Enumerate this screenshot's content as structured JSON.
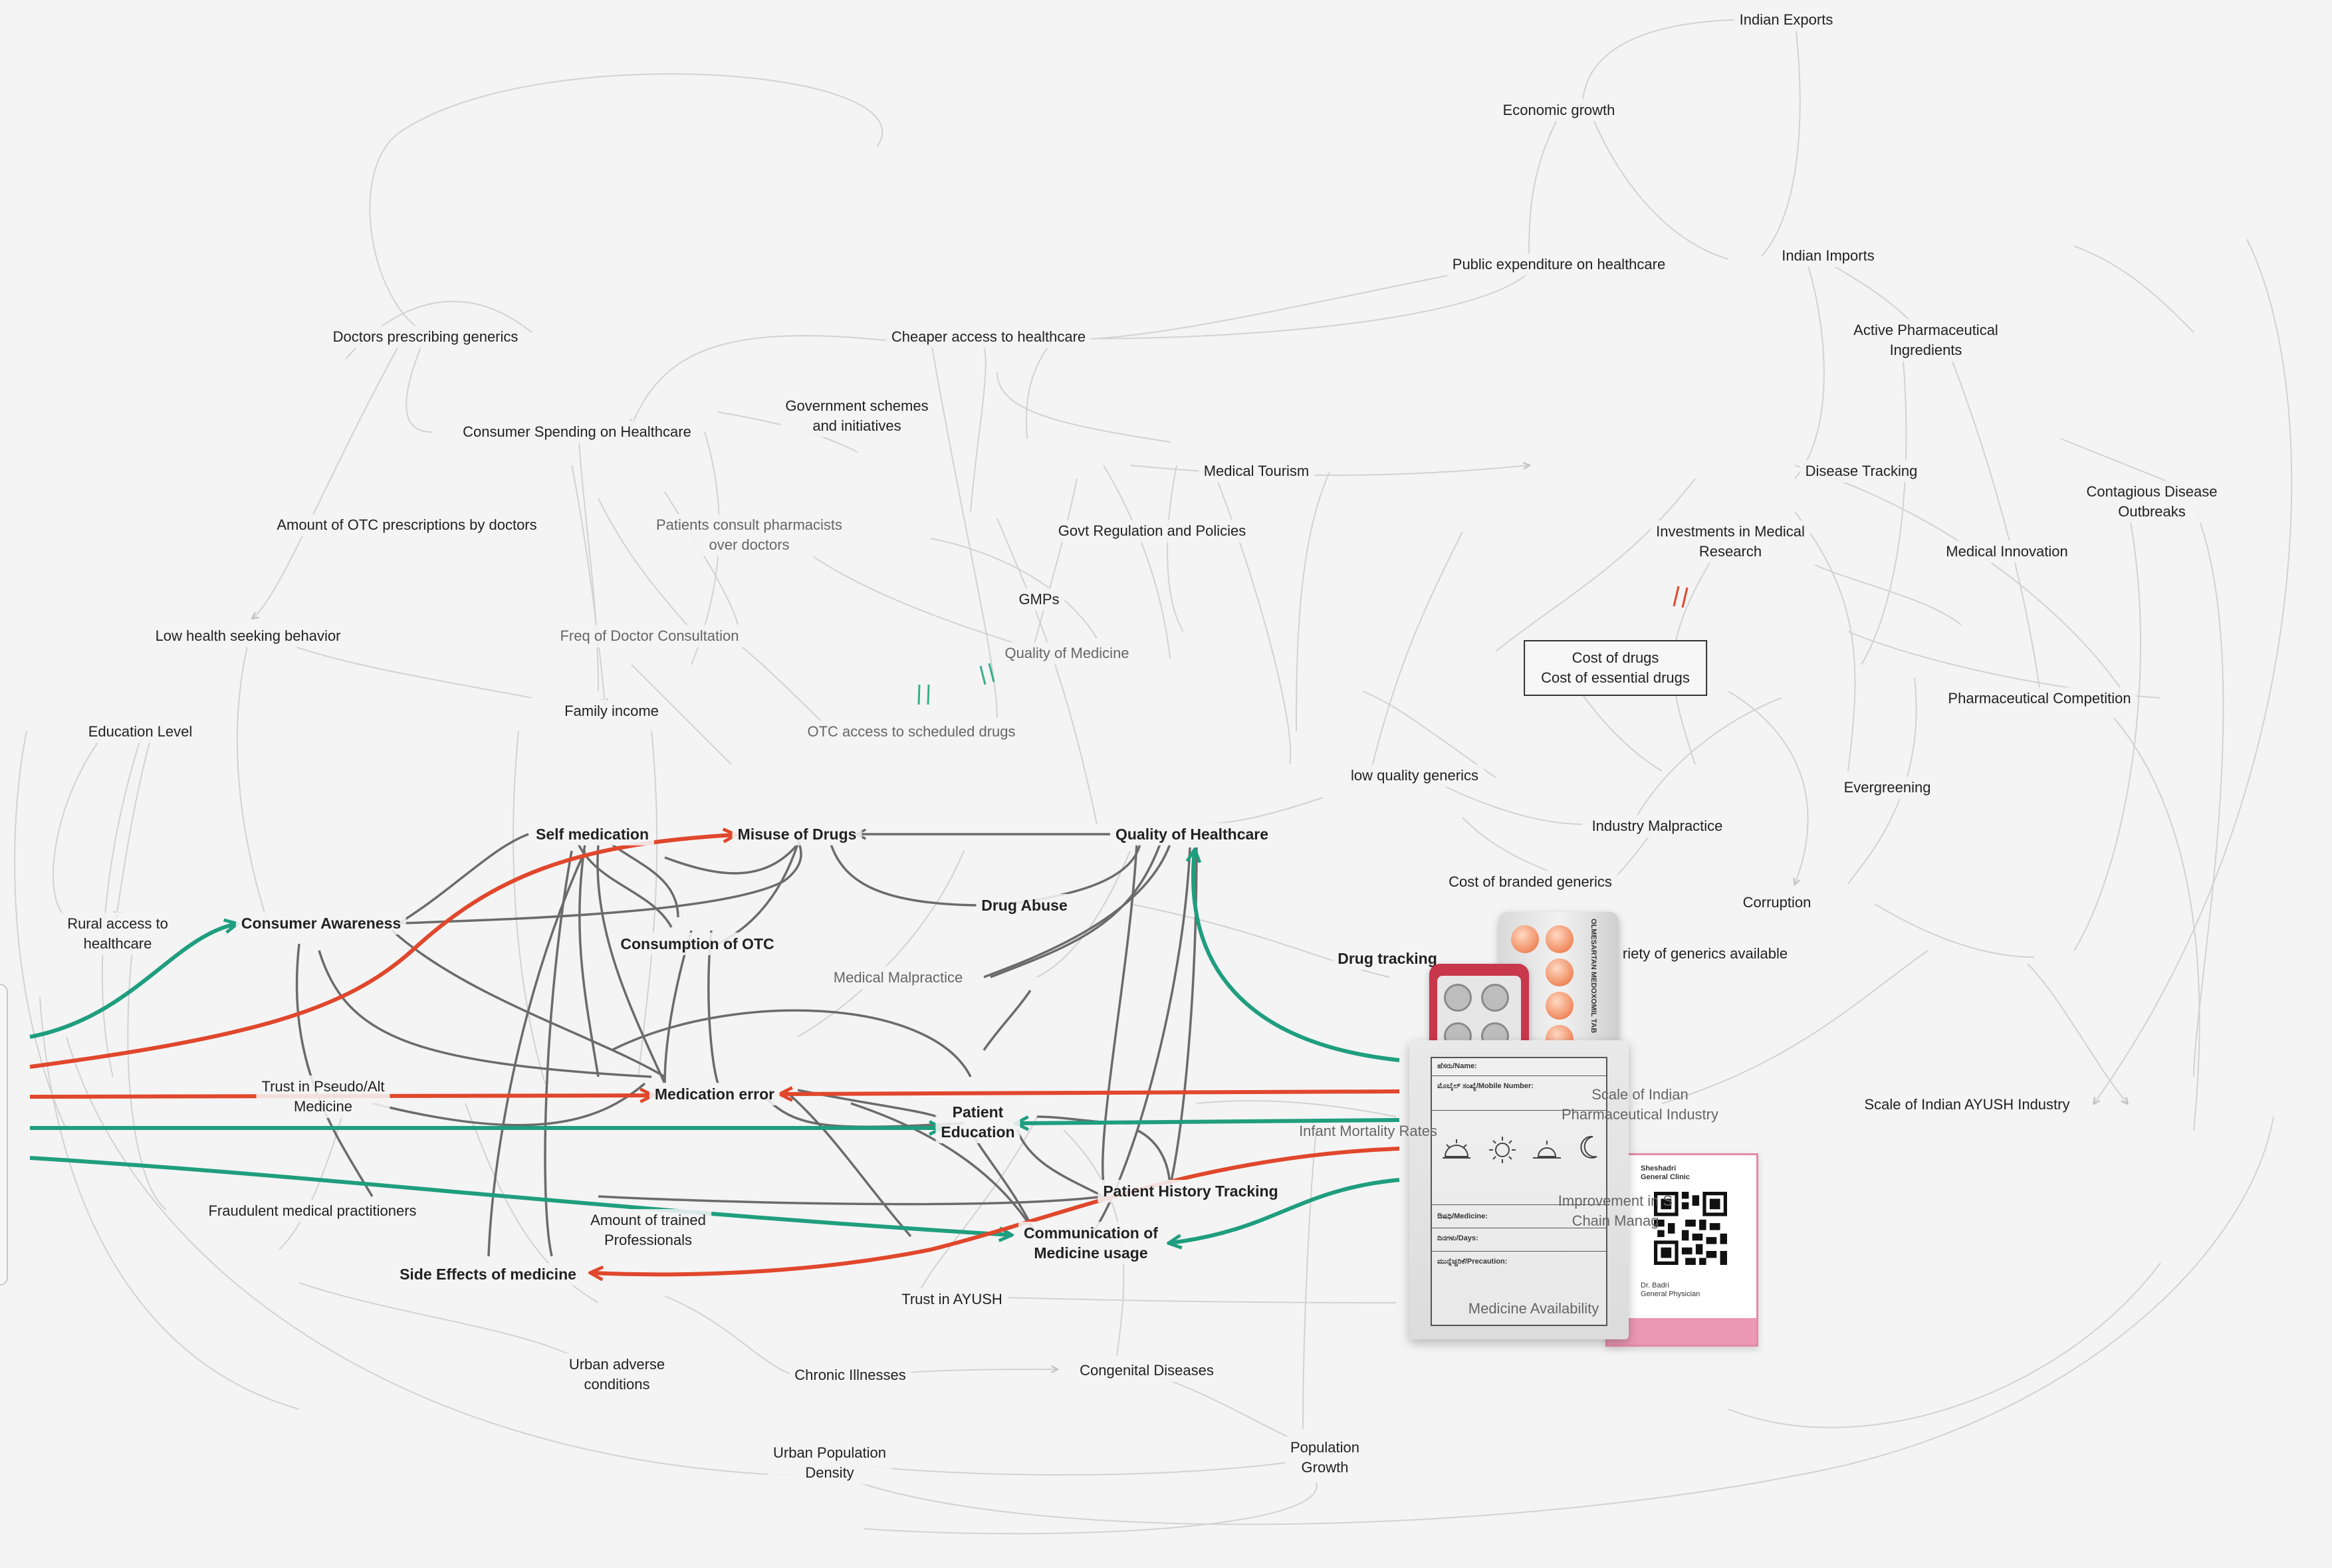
{
  "diagram": {
    "nodes": [
      {
        "id": "indian-exports",
        "label": "Indian Exports"
      },
      {
        "id": "economic-growth",
        "label": "Economic growth"
      },
      {
        "id": "public-expenditure",
        "label": "Public expenditure on healthcare"
      },
      {
        "id": "indian-imports",
        "label": "Indian Imports"
      },
      {
        "id": "api",
        "label": "Active Pharmaceutical",
        "label2": "Ingredients"
      },
      {
        "id": "doctors-prescribing-generics",
        "label": "Doctors prescribing generics"
      },
      {
        "id": "cheaper-access",
        "label": "Cheaper access to healthcare"
      },
      {
        "id": "consumer-spending",
        "label": "Consumer Spending on Healthcare"
      },
      {
        "id": "govt-schemes",
        "label": "Government schemes",
        "label2": "and initiatives"
      },
      {
        "id": "medical-tourism",
        "label": "Medical Tourism"
      },
      {
        "id": "disease-tracking",
        "label": "Disease Tracking"
      },
      {
        "id": "contagious-disease",
        "label": "Contagious Disease",
        "label2": "Outbreaks"
      },
      {
        "id": "otc-prescriptions",
        "label": "Amount of OTC prescriptions by doctors"
      },
      {
        "id": "patients-consult-pharmacists",
        "label": "Patients consult pharmacists",
        "label2": "over doctors"
      },
      {
        "id": "govt-regulation",
        "label": "Govt Regulation and Policies"
      },
      {
        "id": "investments-research",
        "label": "Investments in Medical",
        "label2": "Research"
      },
      {
        "id": "medical-innovation",
        "label": "Medical Innovation"
      },
      {
        "id": "gmps",
        "label": "GMPs"
      },
      {
        "id": "low-health-seeking",
        "label": "Low health seeking behavior"
      },
      {
        "id": "freq-doctor",
        "label": "Freq of Doctor Consultation"
      },
      {
        "id": "quality-medicine",
        "label": "Quality of Medicine"
      },
      {
        "id": "cost-of-drugs",
        "label": "Cost of drugs",
        "label2": "Cost of essential drugs"
      },
      {
        "id": "education-level",
        "label": "Education Level"
      },
      {
        "id": "family-income",
        "label": "Family income"
      },
      {
        "id": "otc-scheduled",
        "label": "OTC access to scheduled drugs"
      },
      {
        "id": "pharma-competition",
        "label": "Pharmaceutical Competition"
      },
      {
        "id": "low-quality-generics",
        "label": "low quality generics"
      },
      {
        "id": "evergreening",
        "label": "Evergreening"
      },
      {
        "id": "self-medication",
        "label": "Self medication"
      },
      {
        "id": "misuse-of-drugs",
        "label": "Misuse of Drugs"
      },
      {
        "id": "quality-healthcare",
        "label": "Quality of Healthcare"
      },
      {
        "id": "industry-malpractice",
        "label": "Industry Malpractice"
      },
      {
        "id": "cost-branded-generics",
        "label": "Cost of branded generics"
      },
      {
        "id": "rural-access",
        "label": "Rural access to",
        "label2": "healthcare"
      },
      {
        "id": "consumer-awareness",
        "label": "Consumer Awareness"
      },
      {
        "id": "drug-abuse",
        "label": "Drug Abuse"
      },
      {
        "id": "corruption",
        "label": "Corruption"
      },
      {
        "id": "consumption-otc",
        "label": "Consumption of OTC"
      },
      {
        "id": "drug-tracking",
        "label": "Drug tracking"
      },
      {
        "id": "variety-generics",
        "label": "riety of generics available"
      },
      {
        "id": "medical-malpractice",
        "label": "Medical Malpractice"
      },
      {
        "id": "trust-pseudo",
        "label": "Trust in Pseudo/Alt",
        "label2": "Medicine"
      },
      {
        "id": "medication-error",
        "label": "Medication error"
      },
      {
        "id": "patient-education",
        "label": "Patient",
        "label2": "Education"
      },
      {
        "id": "scale-indian-pharma",
        "label": "Scale of Indian",
        "label2": "Pharmaceutical Industry"
      },
      {
        "id": "scale-ayush",
        "label": "Scale of Indian AYUSH Industry"
      },
      {
        "id": "infant-mortality",
        "label": "Infant Mortality Rates"
      },
      {
        "id": "patient-history",
        "label": "Patient History Tracking"
      },
      {
        "id": "fraudulent-practitioners",
        "label": "Fraudulent medical practitioners"
      },
      {
        "id": "trained-professionals",
        "label": "Amount of trained",
        "label2": "Professionals"
      },
      {
        "id": "communication-medicine",
        "label": "Communication of",
        "label2": "Medicine usage"
      },
      {
        "id": "improvement-supply",
        "label": "Improvement in S",
        "label2": "Chain Manag"
      },
      {
        "id": "side-effects",
        "label": "Side Effects of medicine"
      },
      {
        "id": "trust-ayush",
        "label": "Trust in AYUSH"
      },
      {
        "id": "medicine-availability",
        "label": "Medicine Availability"
      },
      {
        "id": "urban-adverse",
        "label": "Urban adverse",
        "label2": "conditions"
      },
      {
        "id": "chronic-illnesses",
        "label": "Chronic Illnesses"
      },
      {
        "id": "congenital-diseases",
        "label": "Congenital Diseases"
      },
      {
        "id": "urban-population",
        "label": "Urban Population",
        "label2": "Density"
      },
      {
        "id": "population-growth",
        "label": "Population",
        "label2": "Growth"
      }
    ],
    "highlight_links": [
      {
        "from": "left-edge",
        "to": "consumer-awareness",
        "polarity": "positive"
      },
      {
        "from": "left-edge",
        "to": "misuse-of-drugs",
        "polarity": "negative"
      },
      {
        "from": "left-edge",
        "to": "medication-error",
        "polarity": "negative"
      },
      {
        "from": "left-edge",
        "to": "patient-education",
        "polarity": "positive"
      },
      {
        "from": "left-edge",
        "to": "communication-medicine",
        "polarity": "positive"
      },
      {
        "from": "product-image",
        "to": "quality-healthcare",
        "polarity": "positive"
      },
      {
        "from": "product-image",
        "to": "medication-error",
        "polarity": "negative"
      },
      {
        "from": "product-image",
        "to": "patient-education",
        "polarity": "positive"
      },
      {
        "from": "product-image",
        "to": "side-effects",
        "polarity": "negative"
      },
      {
        "from": "product-image",
        "to": "communication-medicine",
        "polarity": "positive"
      }
    ]
  },
  "product_image": {
    "clinic_name": "Sheshadri",
    "clinic_sub": "General Clinic",
    "doctor_name": "Dr. Badri",
    "doctor_title": "General Physician",
    "strip_brand": "OLMESARTAN MEDOXOMIL TAB",
    "form_fields": [
      "ಹೆಸರು/Name:",
      "ಮೊಬೈಲ್ ಸಂಖ್ಯೆ/Mobile Number:",
      "ಔಷಧಿ/Medicine:",
      "ದಿನಗಳು/Days:",
      "ಮುನ್ನೆಚ್ಚರಿಕೆ/Precaution:"
    ]
  },
  "colors": {
    "positive": "#1f9e7f",
    "negative": "#e0472c",
    "link": "#6b6b6b",
    "faint": "#cfcfcf"
  }
}
